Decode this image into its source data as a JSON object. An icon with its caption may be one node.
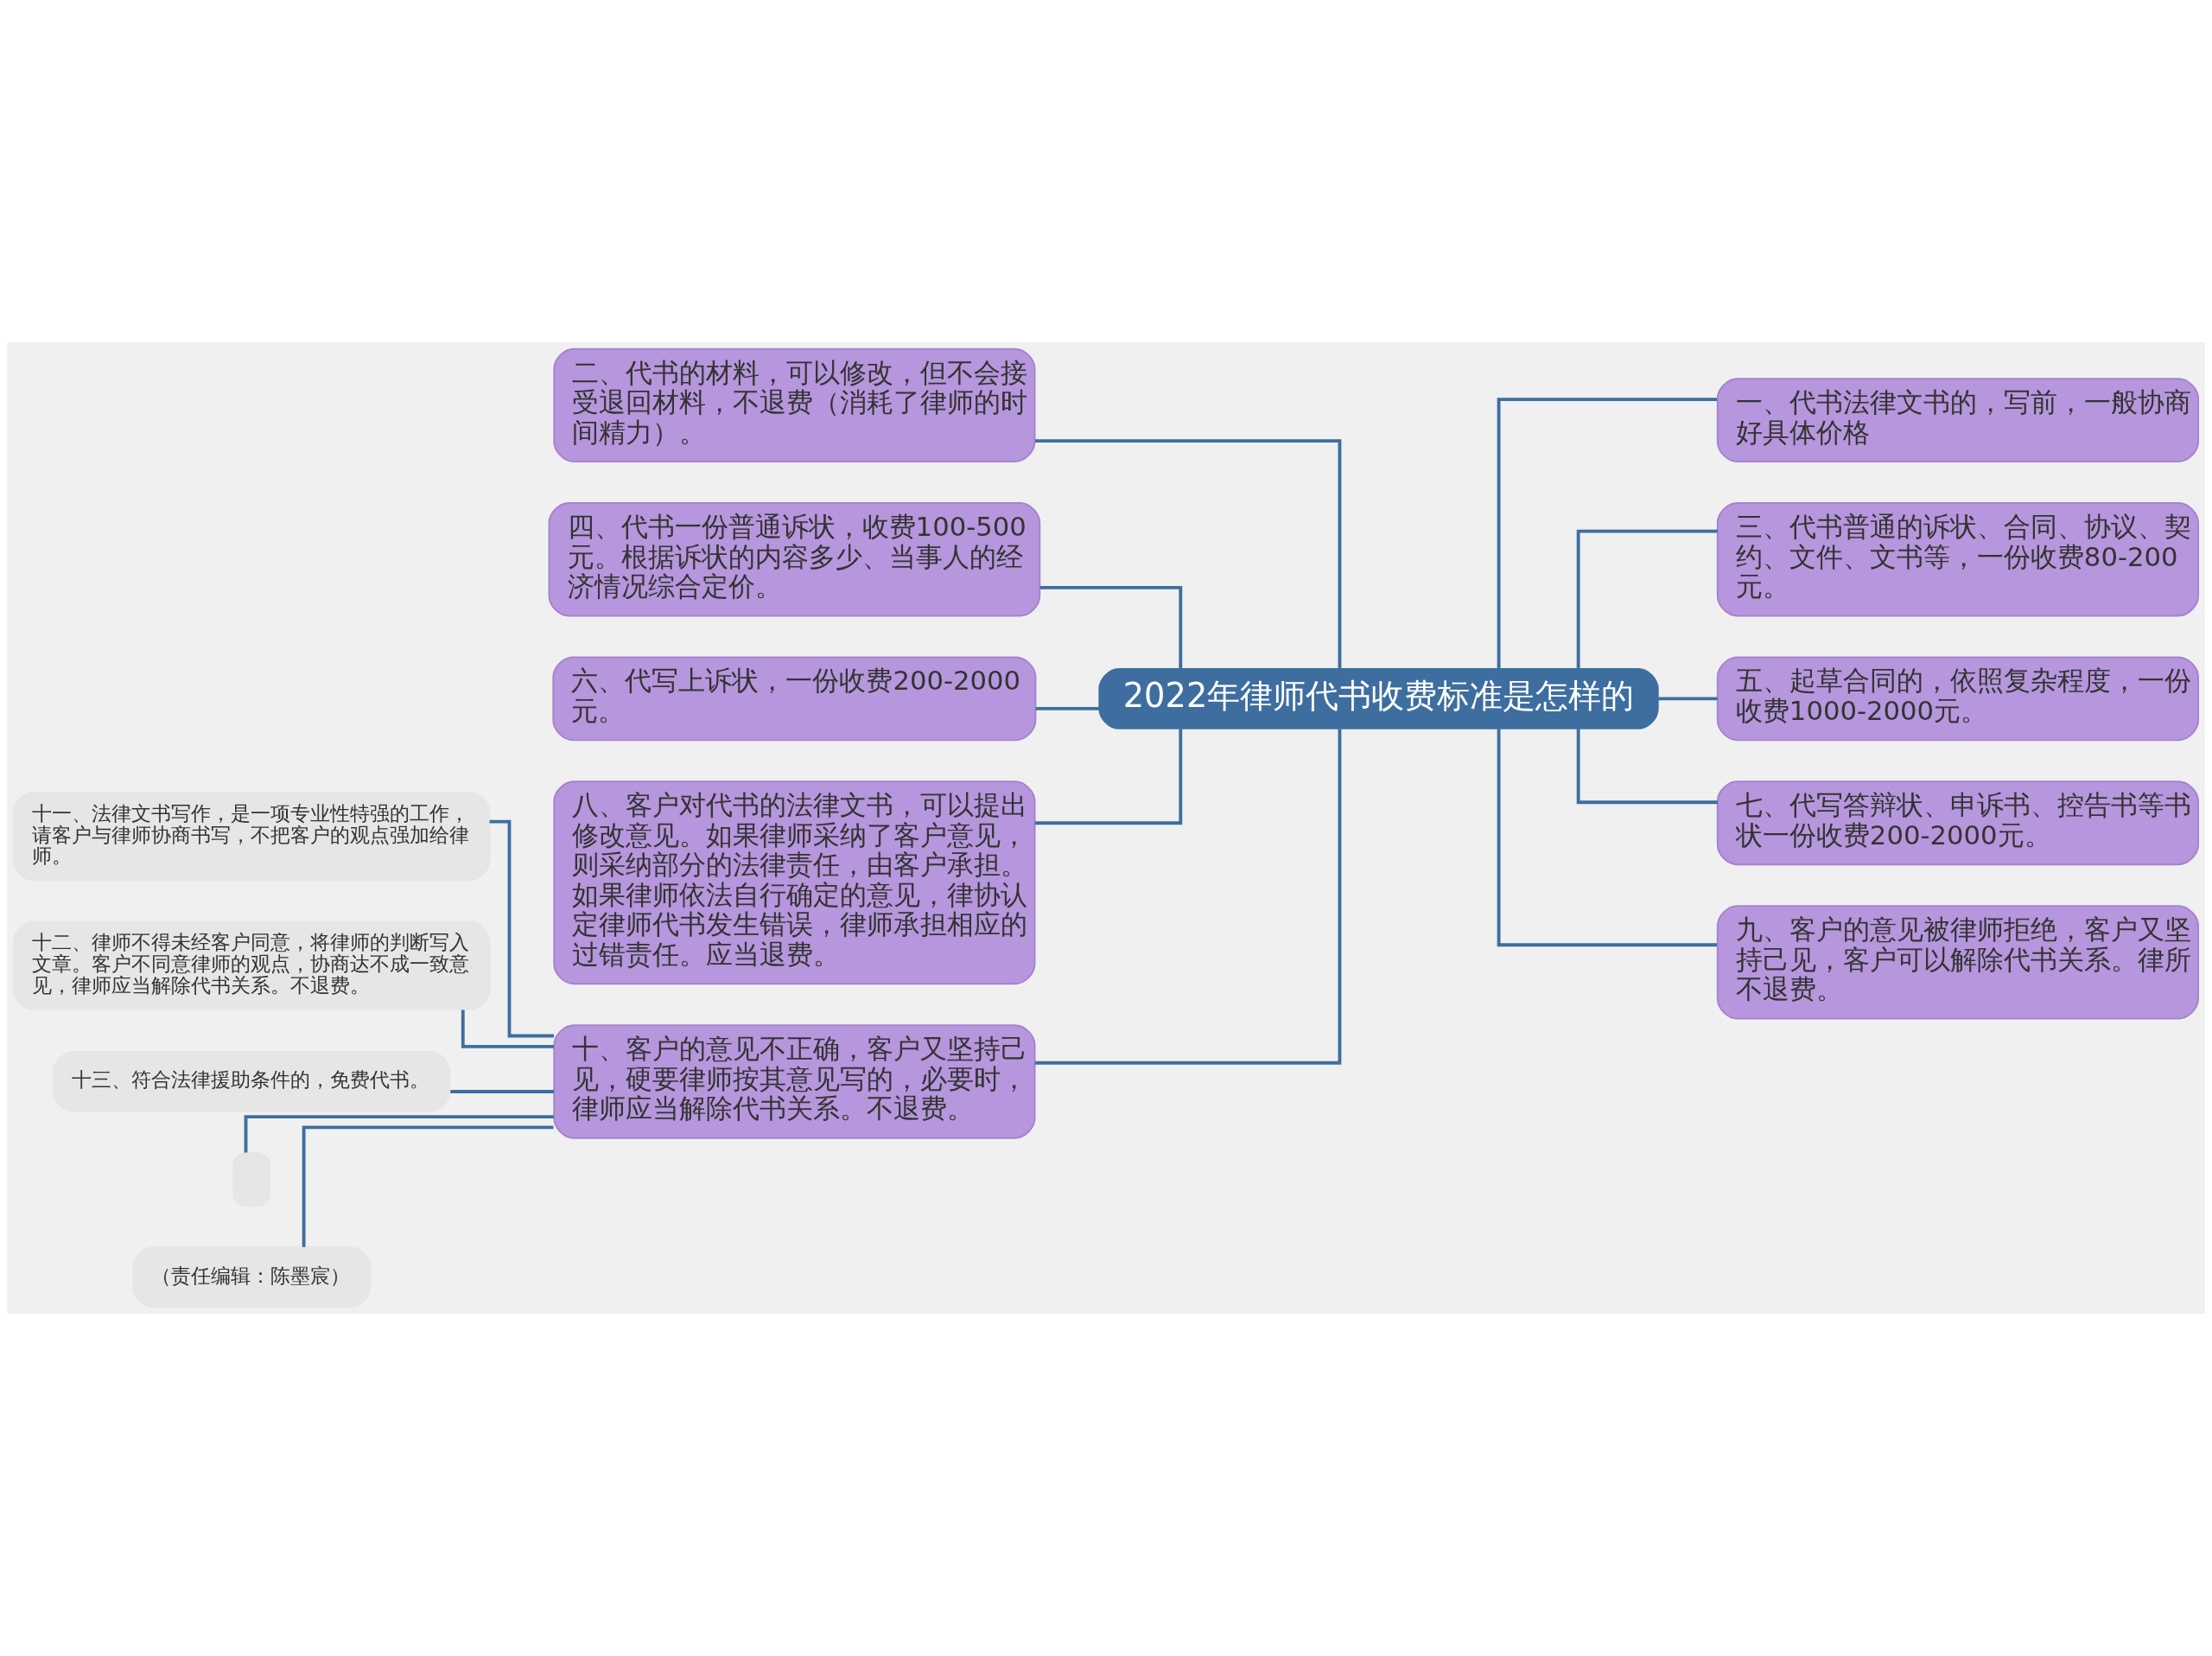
{
  "diagram": {
    "nodes": [
      {
        "text": [
          "2022年律师代书收费标准是怎样的"
        ]
      },
      {
        "text": [
          "一、代书法律文书的，写前，一般协商好具体价格"
        ]
      },
      {
        "text": [
          "三、代书普通的诉状、合同、协议、契约、文件、文书等，一份收费80-200元。"
        ]
      },
      {
        "text": [
          "五、起草合同的，依照复杂程度，一份收费1000-2000元。"
        ]
      },
      {
        "text": [
          "七、代写答辩状、申诉书、控告书等书状一份收费200-2000元。"
        ]
      },
      {
        "text": [
          "九、客户的意见被律师拒绝，客户又坚持己见，客户可以解除代书关系。律所不退费。"
        ]
      },
      {
        "text": [
          "二、代书的材料，可以修改，但不会接受退回材料，不退费（消耗了律师的时间精力）。"
        ]
      },
      {
        "text": [
          "四、代书一份普通诉状，收费100-500元。根据诉状的内容多少、当事人的经济情况综合定价。"
        ]
      },
      {
        "text": [
          "六、代写上诉状，一份收费200-2000元。"
        ]
      },
      {
        "text": [
          "八、客户对代书的法律文书，可以提出修改意见。如果律师采纳了客户意见，则采纳部分的法律责任，由客户承担。如果律师依法自行确定的意见，律协认定律师代书发生错误，律师承担相应的过错责任。应当退费。"
        ]
      },
      {
        "text": [
          "十、客户的意见不正确，客户又坚持己见，硬要律师按其意见写的，必要时，律师应当解除代书关系。不退费。"
        ]
      },
      {
        "text": [
          "十一、法律文书写作，是一项专业性特强的工作，请客户与律师协商书写，不把客户的观点强加给律师。"
        ]
      },
      {
        "text": [
          "十二、律师不得未经客户同意，将律师的判断写入文章。客户不同意律师的观点，协商达不成一致意见，律师应当解除代书关系。不退费。"
        ]
      },
      {
        "text": [
          "十三、符合法律援助条件的，免费代书。"
        ]
      },
      {
        "text": [],
        "shape": "box"
      },
      {
        "text": [
          "（责任编辑：陈墨宸）"
        ]
      }
    ],
    "edges": [
      {
        "from": 0,
        "to": 1,
        "arrow": "none"
      },
      {
        "from": 0,
        "to": 2,
        "arrow": "none"
      },
      {
        "from": 0,
        "to": 3,
        "arrow": "none"
      },
      {
        "from": 0,
        "to": 4,
        "arrow": "none"
      },
      {
        "from": 0,
        "to": 5,
        "arrow": "none"
      },
      {
        "from": 0,
        "to": 6,
        "arrow": "none"
      },
      {
        "from": 0,
        "to": 7,
        "arrow": "none"
      },
      {
        "from": 0,
        "to": 8,
        "arrow": "none"
      },
      {
        "from": 0,
        "to": 9,
        "arrow": "none"
      },
      {
        "from": 0,
        "to": 10,
        "arrow": "none"
      },
      {
        "from": 10,
        "to": 11,
        "arrow": "none"
      },
      {
        "from": 10,
        "to": 12,
        "arrow": "none"
      },
      {
        "from": 10,
        "to": 13,
        "arrow": "none"
      },
      {
        "from": 10,
        "to": 14,
        "arrow": "none"
      },
      {
        "from": 10,
        "to": 15,
        "arrow": "none"
      }
    ]
  }
}
